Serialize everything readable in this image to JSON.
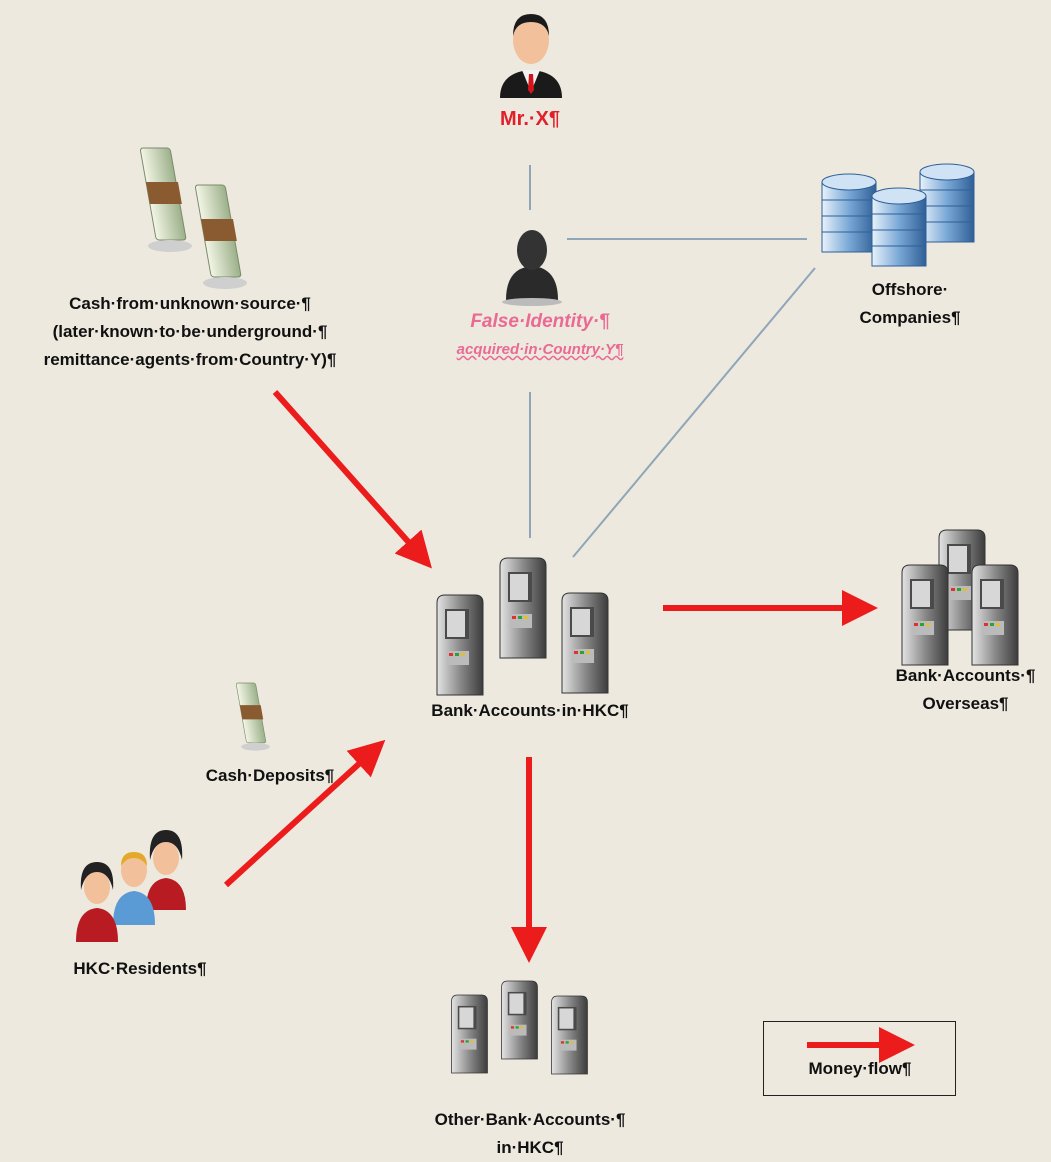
{
  "nodes": {
    "mr_x": {
      "label": "Mr.·X¶",
      "icon": "businessman-icon"
    },
    "false_identity": {
      "line1": "False·Identity·¶",
      "line2": "acquired·in·Country·Y¶",
      "icon": "person-silhouette-icon"
    },
    "offshore": {
      "line1": "Offshore·",
      "line2": "Companies¶",
      "icon": "office-buildings-icon"
    },
    "cash_unknown": {
      "line1": "Cash·from·unknown·source·¶",
      "line2": "(later·known·to·be·underground·¶",
      "line3": "remittance·agents·from·Country·Y)¶",
      "icon": "cash-bundle-icon"
    },
    "bank_hkc": {
      "label": "Bank·Accounts·in·HKC¶",
      "icon": "atm-machine-icon"
    },
    "bank_overseas": {
      "line1": "Bank·Accounts·¶",
      "line2": "Overseas¶",
      "icon": "atm-machine-icon"
    },
    "cash_deposits": {
      "label": "Cash·Deposits¶",
      "icon": "cash-bundle-icon"
    },
    "hkc_residents": {
      "label": "HKC·Residents¶",
      "icon": "people-group-icon"
    },
    "other_bank": {
      "line1": "Other·Bank·Accounts·¶",
      "line2": "in·HKC¶",
      "icon": "atm-machine-icon"
    }
  },
  "legend": {
    "label": "Money·flow¶"
  },
  "colors": {
    "arrow": "#ec1c1c",
    "connector": "#8fa6b8",
    "background": "#ede9df"
  }
}
